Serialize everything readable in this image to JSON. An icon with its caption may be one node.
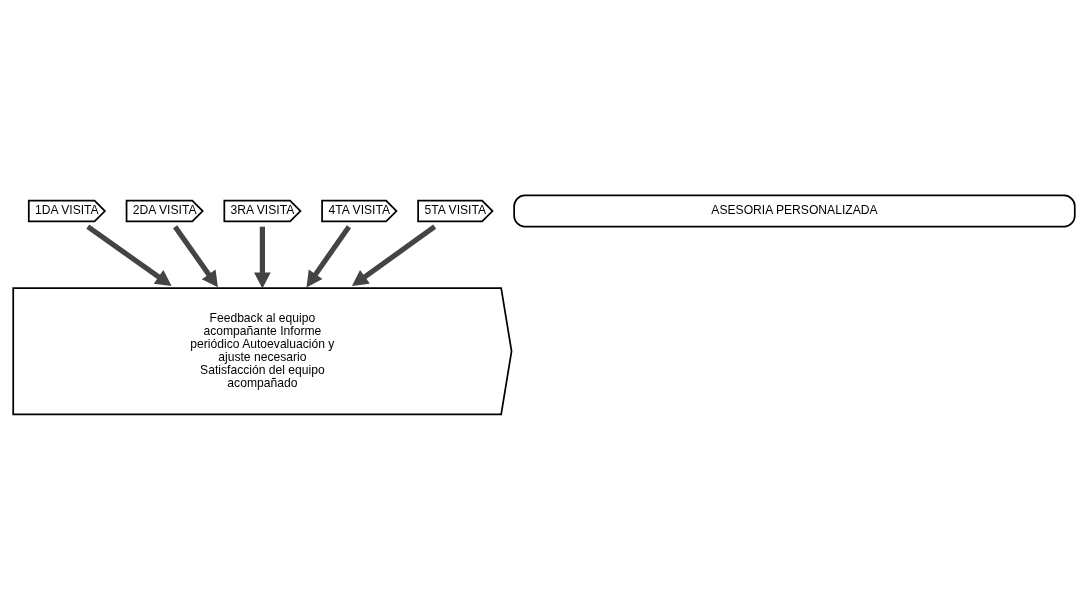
{
  "diagram": {
    "nodes": [
      {
        "text": [
          "1DA VISITA"
        ]
      },
      {
        "text": [
          "2DA VISITA"
        ]
      },
      {
        "text": [
          "3RA VISITA"
        ]
      },
      {
        "text": [
          "4TA VISITA"
        ]
      },
      {
        "text": [
          "5TA VISITA"
        ]
      },
      {
        "text": [
          "ASESORIA PERSONALIZADA"
        ]
      },
      {
        "text": [
          "Feedback al equipo acompañante Informe periódico Autoevaluación y ajuste necesario Satisfacción del equipo acompañado"
        ]
      }
    ],
    "edges": [
      {
        "from": 0,
        "to": 6,
        "arrow": "to"
      },
      {
        "from": 1,
        "to": 6,
        "arrow": "to"
      },
      {
        "from": 2,
        "to": 6,
        "arrow": "to"
      },
      {
        "from": 3,
        "to": 6,
        "arrow": "to"
      },
      {
        "from": 4,
        "to": 6,
        "arrow": "to"
      }
    ]
  }
}
